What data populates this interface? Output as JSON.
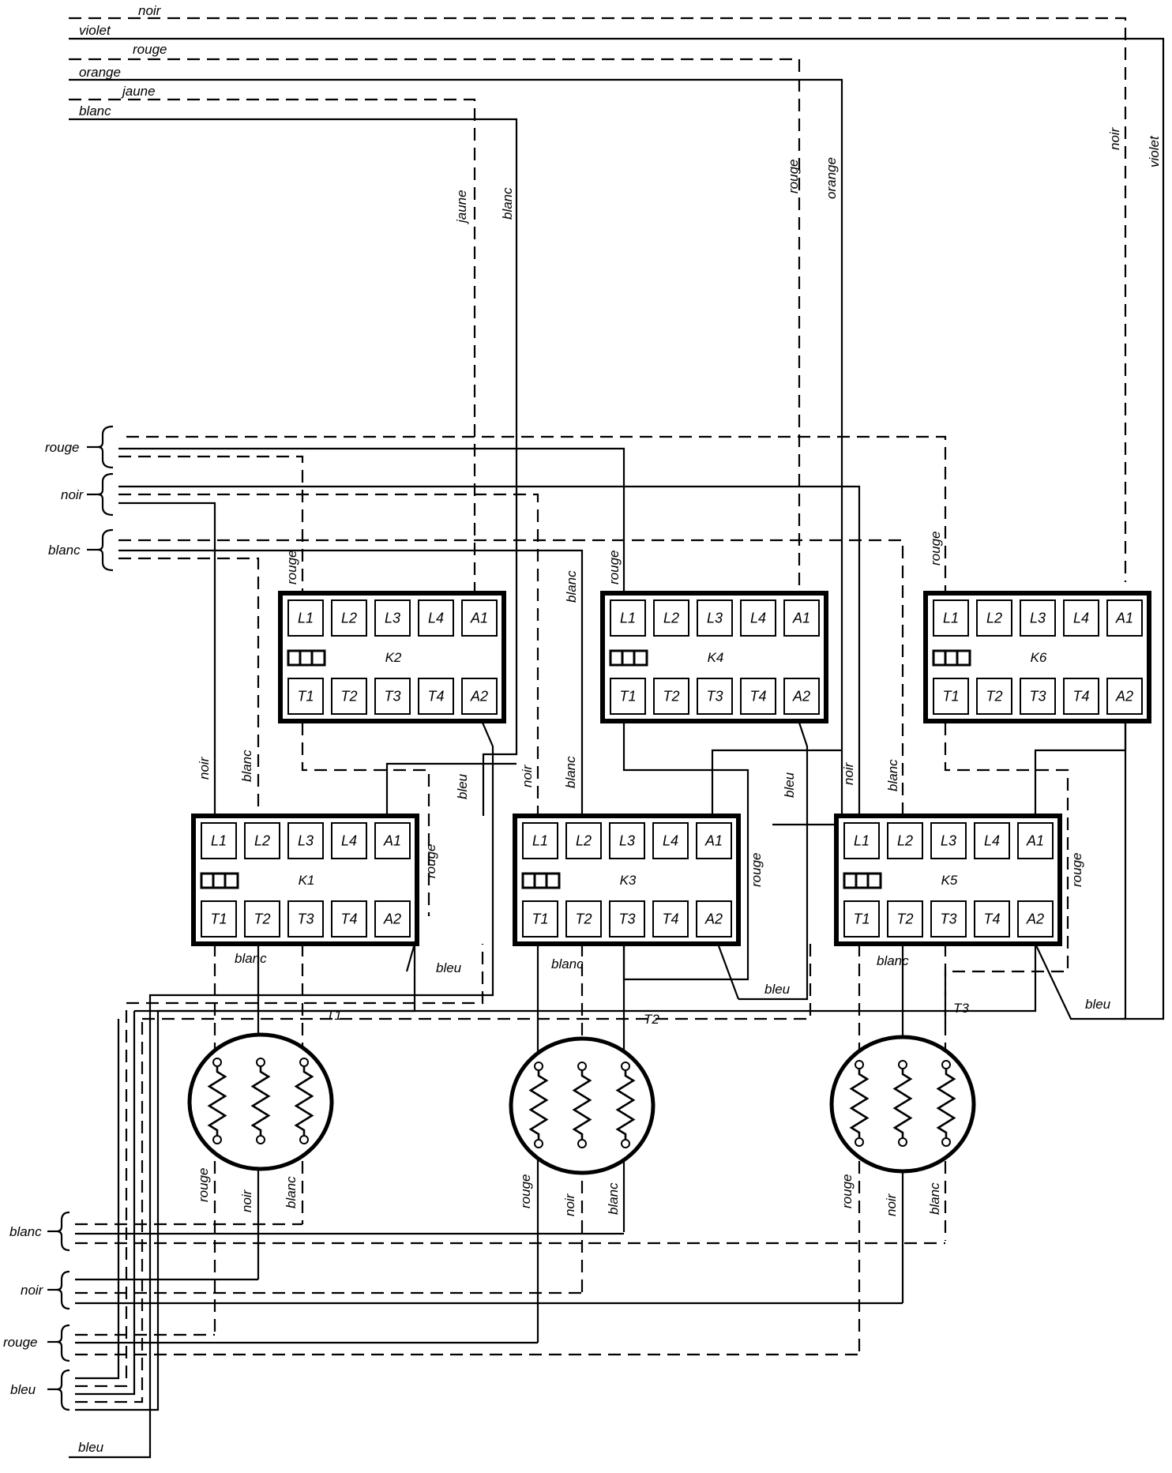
{
  "top_wires": [
    "noir",
    "violet",
    "rouge",
    "orange",
    "jaune",
    "blanc"
  ],
  "vertical_labels": {
    "jaune": "jaune",
    "blanc": "blanc",
    "rouge": "rouge",
    "orange": "orange",
    "noir": "noir",
    "violet": "violet",
    "bleu": "bleu"
  },
  "left_groups_upper": [
    "rouge",
    "noir",
    "blanc"
  ],
  "left_groups_lower": [
    "blanc",
    "noir",
    "rouge",
    "bleu"
  ],
  "bottom_label": "bleu",
  "contactors": {
    "K1": {
      "name": "K1",
      "top": [
        "L1",
        "L2",
        "L3",
        "L4",
        "A1"
      ],
      "bottom": [
        "T1",
        "T2",
        "T3",
        "T4",
        "A2"
      ]
    },
    "K2": {
      "name": "K2",
      "top": [
        "L1",
        "L2",
        "L3",
        "L4",
        "A1"
      ],
      "bottom": [
        "T1",
        "T2",
        "T3",
        "T4",
        "A2"
      ]
    },
    "K3": {
      "name": "K3",
      "top": [
        "L1",
        "L2",
        "L3",
        "L4",
        "A1"
      ],
      "bottom": [
        "T1",
        "T2",
        "T3",
        "T4",
        "A2"
      ]
    },
    "K4": {
      "name": "K4",
      "top": [
        "L1",
        "L2",
        "L3",
        "L4",
        "A1"
      ],
      "bottom": [
        "T1",
        "T2",
        "T3",
        "T4",
        "A2"
      ]
    },
    "K5": {
      "name": "K5",
      "top": [
        "L1",
        "L2",
        "L3",
        "L4",
        "A1"
      ],
      "bottom": [
        "T1",
        "T2",
        "T3",
        "T4",
        "A2"
      ]
    },
    "K6": {
      "name": "K6",
      "top": [
        "L1",
        "L2",
        "L3",
        "L4",
        "A1"
      ],
      "bottom": [
        "T1",
        "T2",
        "T3",
        "T4",
        "A2"
      ]
    }
  },
  "timers": [
    "T1",
    "T2",
    "T3"
  ],
  "motor_leads": [
    "rouge",
    "noir",
    "blanc"
  ]
}
